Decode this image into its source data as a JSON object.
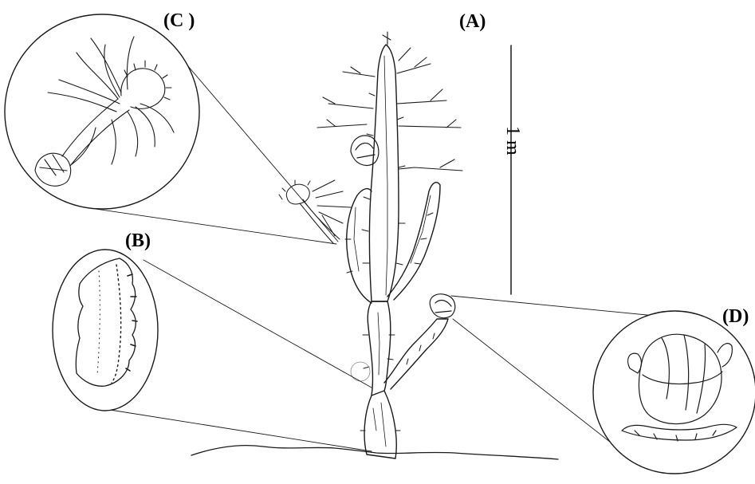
{
  "labels": {
    "a": "(A)",
    "b": "(B)",
    "c": "(C )",
    "d": "(D)"
  },
  "scale_bar": {
    "label": "1 m"
  },
  "colors": {
    "ink": "#1a1a1a",
    "paper": "#ffffff"
  }
}
